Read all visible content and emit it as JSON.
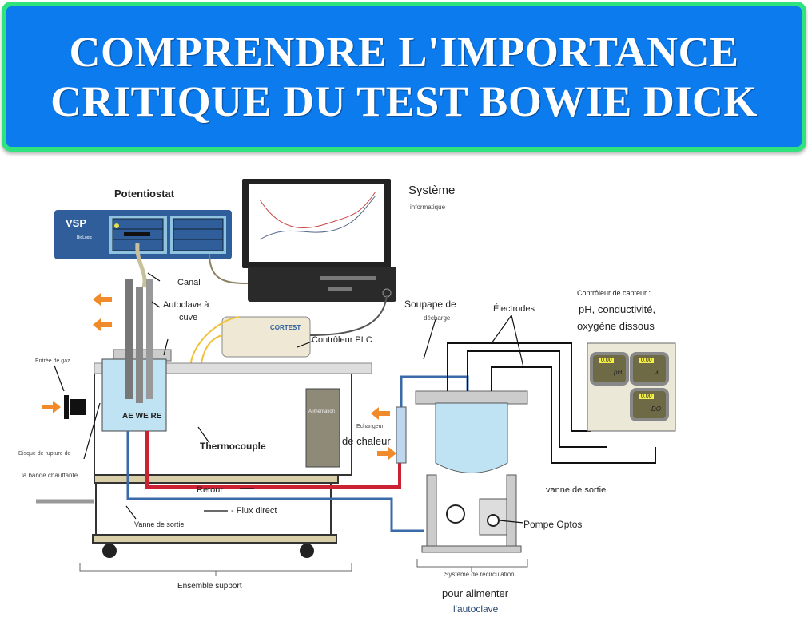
{
  "title": {
    "line1": "COMPRENDRE L'IMPORTANCE",
    "line2": "CRITIQUE DU TEST BOWIE DICK"
  },
  "labels": {
    "potentiostat": "Potentiostat",
    "vsp": "VSP",
    "biologic": "BioLogic",
    "systeme": "Système",
    "informatique": "informatique",
    "canal": "Canal",
    "autoclave1": "Autoclave à",
    "autoclave2": "cuve",
    "cortest": "CORTEST",
    "plc": "Contrôleur PLC",
    "soupape": "Soupape de",
    "decharge": "décharge",
    "electrodes": "Électrodes",
    "capteur": "Contrôleur de capteur :",
    "capteur2": "pH, conductivité,",
    "capteur3": "oxygène dissous",
    "entree_gaz": "Entrée de gaz",
    "ae_we_re": "AE WE RE",
    "thermocouple": "Thermocouple",
    "alimentation": "Alimentation",
    "echangeur": "Echangeur",
    "de_chaleur": "de chaleur",
    "disque": "Disque de rupture de",
    "bande": "la bande chauffante",
    "retour": "Retour",
    "flux": "- Flux direct",
    "vanne_sortie_left": "Vanne de sortie",
    "vanne_sortie_right": "vanne de sortie",
    "pompe": "Pompe Optos",
    "ensemble": "Ensemble support",
    "recirc": "Système de recirculation",
    "pour": "pour alimenter",
    "autoclave_end": "l'autoclave"
  },
  "meters": [
    {
      "value": "0.00",
      "unit": "pH"
    },
    {
      "value": "0.00",
      "unit": "λ"
    },
    {
      "value": "0.00",
      "unit": "DO"
    }
  ],
  "colors": {
    "banner": "#0b7bee",
    "border": "#2fe27d",
    "device": "#2f5e9a",
    "water": "#bfe3f2"
  }
}
